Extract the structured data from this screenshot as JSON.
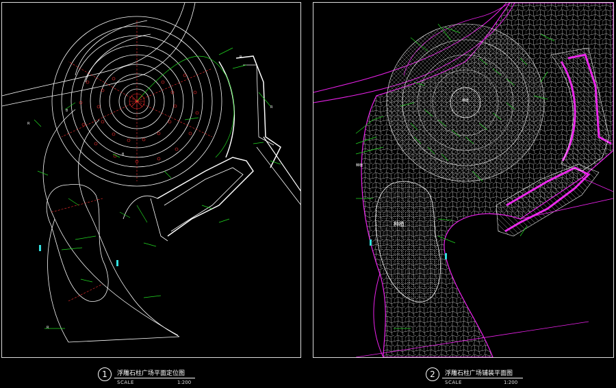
{
  "drawings": [
    {
      "number": "1",
      "title": "浮雕石柱广场平面定位图",
      "scale_label": "SCALE",
      "scale_ratio": "1:200"
    },
    {
      "number": "2",
      "title": "浮雕石柱广场铺装平面图",
      "scale_label": "SCALE",
      "scale_ratio": "1:200",
      "labels": {
        "fountain": "种植",
        "plaza_center": "种植",
        "edge_note": "种植"
      }
    }
  ],
  "colors": {
    "background": "#000000",
    "line_white": "#ffffff",
    "dim_green": "#22dd22",
    "axis_red": "#ff3030",
    "paving_magenta": "#ee22ee",
    "accent_cyan": "#33e0e0",
    "grid_gray": "#9a9a9a"
  }
}
